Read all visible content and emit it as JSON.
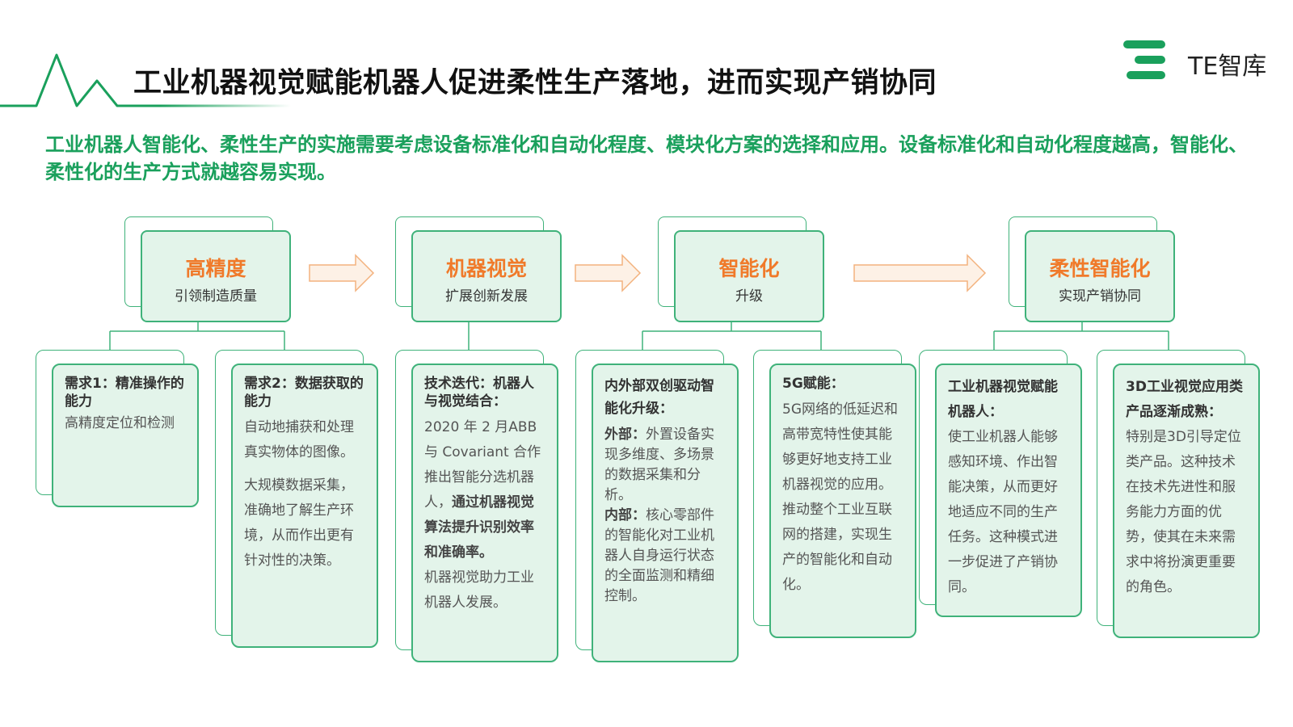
{
  "header": {
    "title": "工业机器视觉赋能机器人促进柔性生产落地，进而实现产销协同",
    "logo_text": "TE智库"
  },
  "intro": "工业机器人智能化、柔性生产的实施需要考虑设备标准化和自动化程度、模块化方案的选择和应用。设备标准化和自动化程度越高，智能化、柔性化的生产方式就越容易实现。",
  "stages": [
    {
      "title": "高精度",
      "subtitle": "引领制造质量"
    },
    {
      "title": "机器视觉",
      "subtitle": "扩展创新发展"
    },
    {
      "title": "智能化",
      "subtitle": "升级"
    },
    {
      "title": "柔性智能化",
      "subtitle": "实现产销协同"
    }
  ],
  "cards": [
    {
      "title": "需求1：精准操作的能力",
      "text": "高精度定位和检测"
    },
    {
      "title": "需求2：数据获取的能力",
      "p1": "自动地捕获和处理真实物体的图像。",
      "p2": "大规模数据采集，准确地了解生产环境，从而作出更有针对性的决策。"
    },
    {
      "title": "技术迭代：机器人与视觉结合：",
      "t1": "2020 年 2 月ABB 与 Covariant 合作推出智能分选机器人，",
      "t2": "通过机器视觉算法提升识别效率和准确率。",
      "t3": "机器视觉助力工业机器人发展。"
    },
    {
      "title": "内外部双创驱动智能化升级：",
      "outer_label": "外部：",
      "outer_text": "外置设备实现多维度、多场景的数据采集和分析。",
      "inner_label": "内部：",
      "inner_text": "核心零部件的智能化对工业机器人自身运行状态的全面监测和精细控制。"
    },
    {
      "title": "5G赋能：",
      "text": "5G网络的低延迟和高带宽特性使其能够更好地支持工业机器视觉的应用。推动整个工业互联网的搭建，实现生产的智能化和自动化。"
    },
    {
      "title": "工业机器视觉赋能机器人：",
      "text": "使工业机器人能够感知环境、作出智能决策，从而更好地适应不同的生产任务。这种模式进一步促进了产销协同。"
    },
    {
      "title": "3D工业视觉应用类产品逐渐成熟：",
      "text": "特别是3D引导定位类产品。这种技术在技术先进性和服务能力方面的优势，使其在未来需求中将扮演更重要的角色。"
    }
  ],
  "colors": {
    "green": "#1aa05c",
    "border": "#3fb27a",
    "fill": "#e3f4ea",
    "orange": "#f07a2a",
    "arrow": "#f3b27e"
  }
}
